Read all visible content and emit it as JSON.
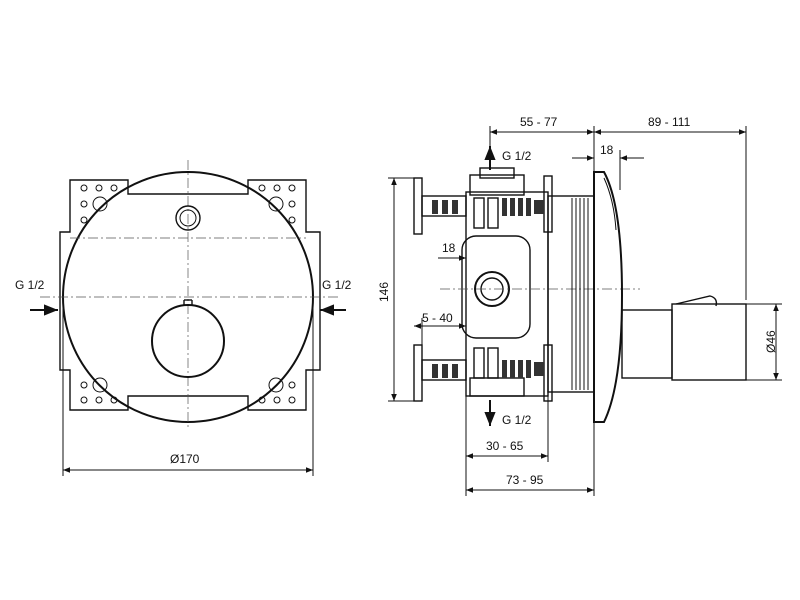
{
  "front_view": {
    "inlet_left_label": "G 1/2",
    "inlet_right_label": "G 1/2",
    "diameter_label": "Ø170"
  },
  "side_view": {
    "top_outlet_label": "G 1/2",
    "bottom_outlet_label": "G 1/2",
    "dim_depth_range": "55 - 77",
    "dim_projection_range": "89 - 111",
    "dim_plate": "18",
    "dim_core": "18",
    "dim_height": "146",
    "dim_adjust": "5 - 40",
    "dim_handle_diameter": "Ø46",
    "dim_install_range": "30 - 65",
    "dim_total_range": "73 - 95"
  }
}
